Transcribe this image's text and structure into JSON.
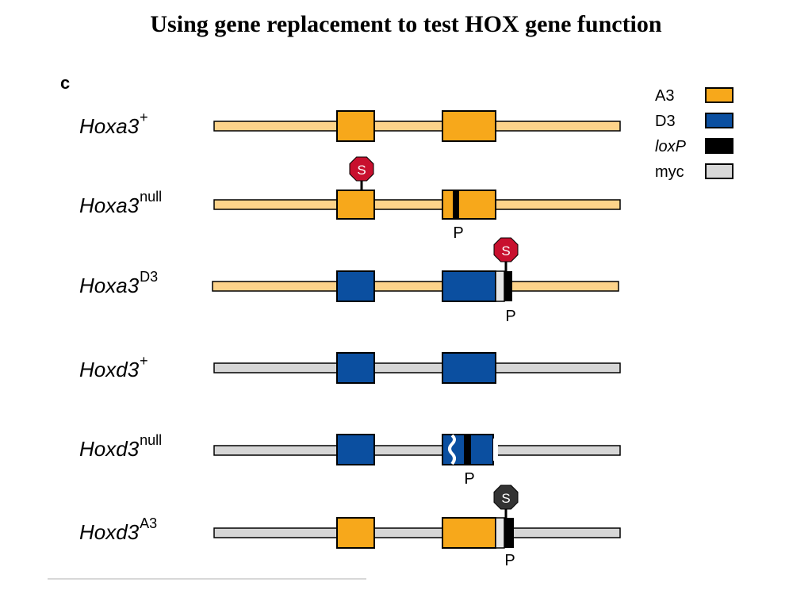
{
  "title": "Using gene replacement to test HOX gene function",
  "panel_letter": "c",
  "rows": [
    {
      "gene": "Hoxa3",
      "sup": "+"
    },
    {
      "gene": "Hoxa3",
      "sup": "null"
    },
    {
      "gene": "Hoxa3",
      "sup": "D3"
    },
    {
      "gene": "Hoxd3",
      "sup": "+"
    },
    {
      "gene": "Hoxd3",
      "sup": "null"
    },
    {
      "gene": "Hoxd3",
      "sup": "A3"
    }
  ],
  "legend": [
    {
      "label": "A3",
      "color": "#f7a81b"
    },
    {
      "label": "D3",
      "color": "#0b4fa0"
    },
    {
      "label": "loxP",
      "color": "#000000"
    },
    {
      "label": "myc",
      "color": "#d8d8d8"
    }
  ],
  "marker_label": "P",
  "stop_label": "S",
  "colors": {
    "a3_exon": "#f7a81b",
    "a3_intron": "#fdd38a",
    "d3_exon": "#0b4fa0",
    "d3_intron": "#d6d6d6",
    "loxp": "#000000",
    "myc": "#e6e6e6",
    "stop_red": "#c8102e",
    "stop_dark": "#333333"
  }
}
